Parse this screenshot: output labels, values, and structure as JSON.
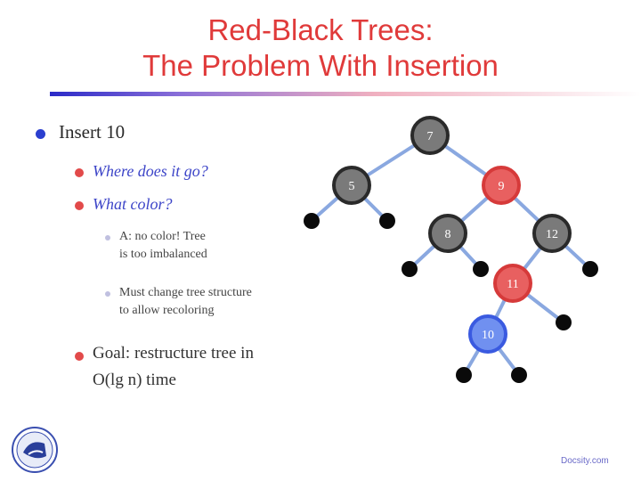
{
  "slide": {
    "title_line1": "Red-Black Trees:",
    "title_line2": "The Problem With Insertion"
  },
  "bullets": {
    "b1": "Insert 10",
    "b1_1": "Where does it go?",
    "b1_2": "What color?",
    "b1_2_1_line1": "A: no color! Tree",
    "b1_2_1_line2": "is too imbalanced",
    "b1_2_2_line1": "Must change tree structure",
    "b1_2_2_line2": "to allow recoloring",
    "b2_line1": "Goal: restructure tree in",
    "b2_line2": "O(lg n) time"
  },
  "tree": {
    "nodes": [
      {
        "label": "7",
        "color": "black",
        "depth": 0
      },
      {
        "label": "5",
        "color": "black",
        "depth": 1
      },
      {
        "label": "9",
        "color": "red",
        "depth": 1
      },
      {
        "label": "8",
        "color": "black",
        "depth": 2
      },
      {
        "label": "12",
        "color": "black",
        "depth": 2
      },
      {
        "label": "11",
        "color": "red",
        "depth": 3
      },
      {
        "label": "10",
        "color": "blue",
        "depth": 4
      }
    ]
  },
  "footer": {
    "text": "Docsity.com"
  },
  "colors": {
    "title": "#e03a3a",
    "black_node": "#4a4a4a",
    "red_node": "#d63a3a",
    "blue_node": "#3a5ae0",
    "edge": "#8aa8e0",
    "bullet_blue": "#2b3fcf",
    "bullet_red": "#e24a4a"
  }
}
